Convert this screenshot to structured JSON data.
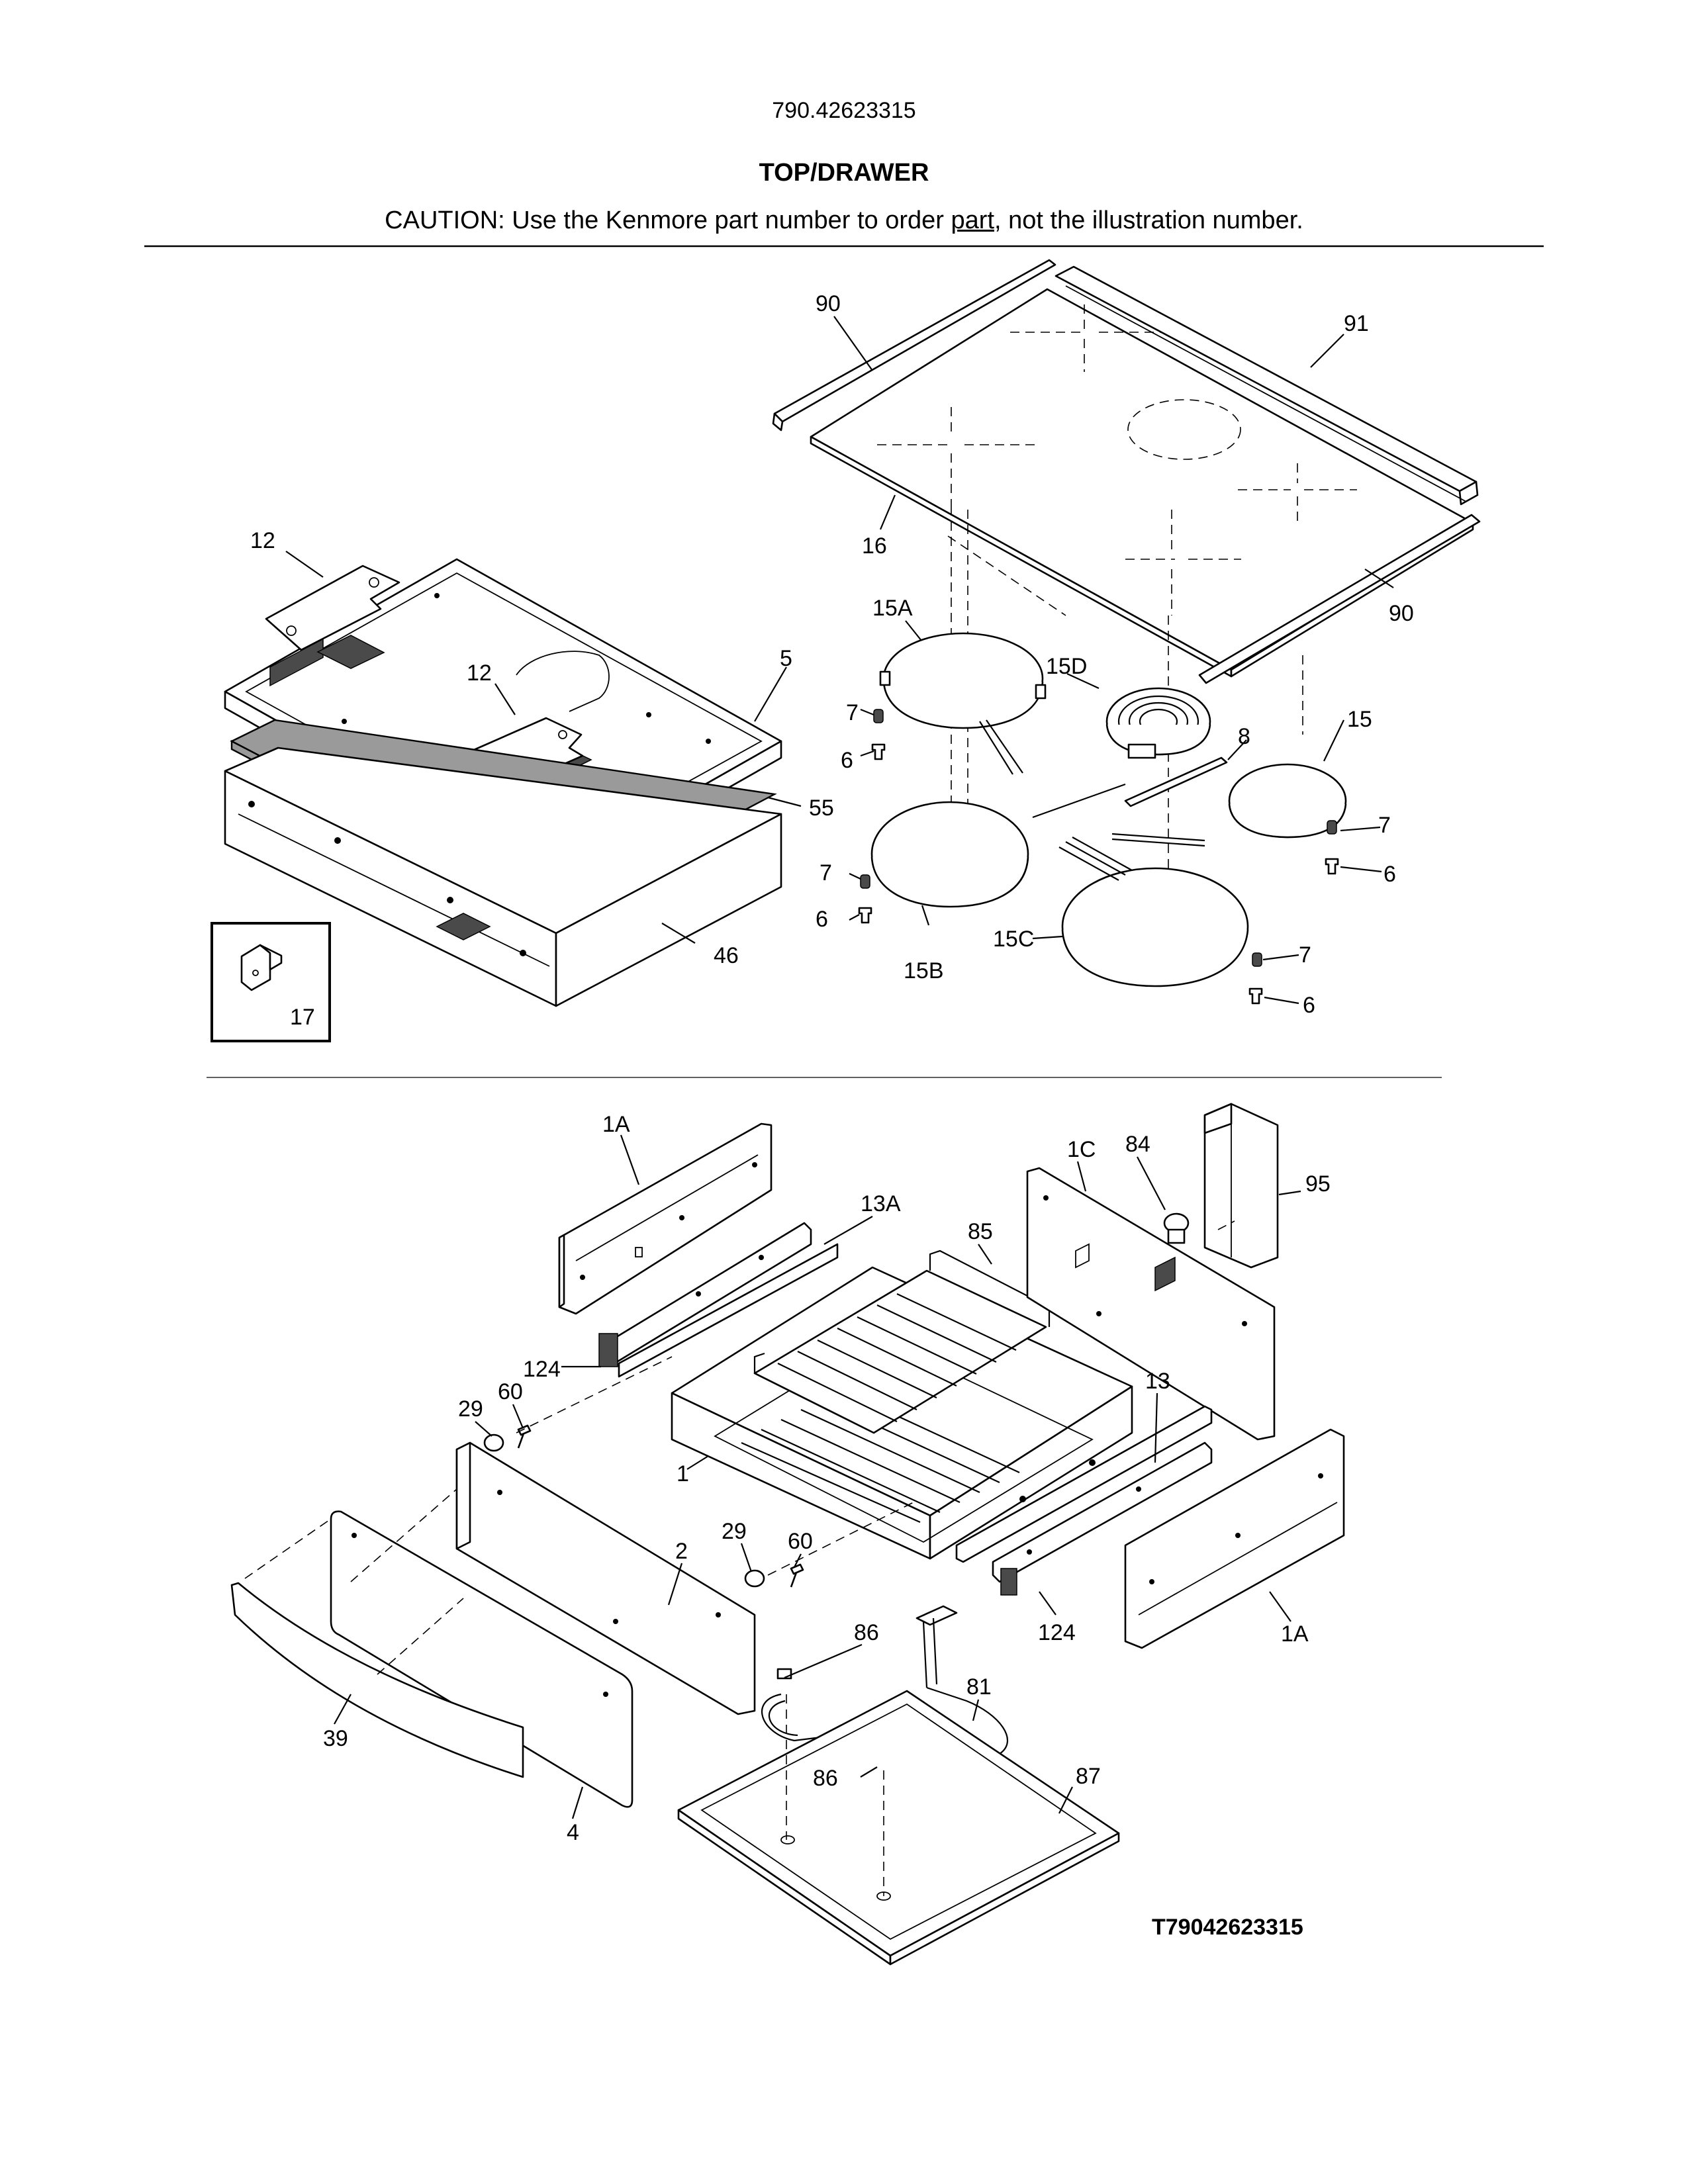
{
  "header": {
    "model_number": "790.42623315",
    "section_title": "TOP/DRAWER",
    "caution_prefix": "CAUTION: Use the Kenmore part number to order ",
    "caution_underlined": "part",
    "caution_suffix": ", not the illustration number."
  },
  "callouts": {
    "c90a": "90",
    "c91": "91",
    "c16": "16",
    "c90b": "90",
    "c12a": "12",
    "c12b": "12",
    "c5": "5",
    "c55": "55",
    "c46": "46",
    "c17": "17",
    "c15A": "15A",
    "c15D": "15D",
    "c8": "8",
    "c15": "15",
    "c15B": "15B",
    "c15C": "15C",
    "c7a": "7",
    "c6a": "6",
    "c7b": "7",
    "c6b": "6",
    "c7c": "7",
    "c6c": "6",
    "c7d": "7",
    "c6d": "6",
    "c1A_top": "1A",
    "c13A": "13A",
    "c124_left": "124",
    "c85": "85",
    "c1C": "1C",
    "c84": "84",
    "c95": "95",
    "c29a": "29",
    "c60a": "60",
    "c13": "13",
    "c1": "1",
    "c2": "2",
    "c29b": "29",
    "c60b": "60",
    "c124_right": "124",
    "c1A_bottom": "1A",
    "c86a": "86",
    "c81": "81",
    "c86b": "86",
    "c87": "87",
    "c39": "39",
    "c4": "4"
  },
  "footer": {
    "diagram_code": "T79042623315"
  }
}
